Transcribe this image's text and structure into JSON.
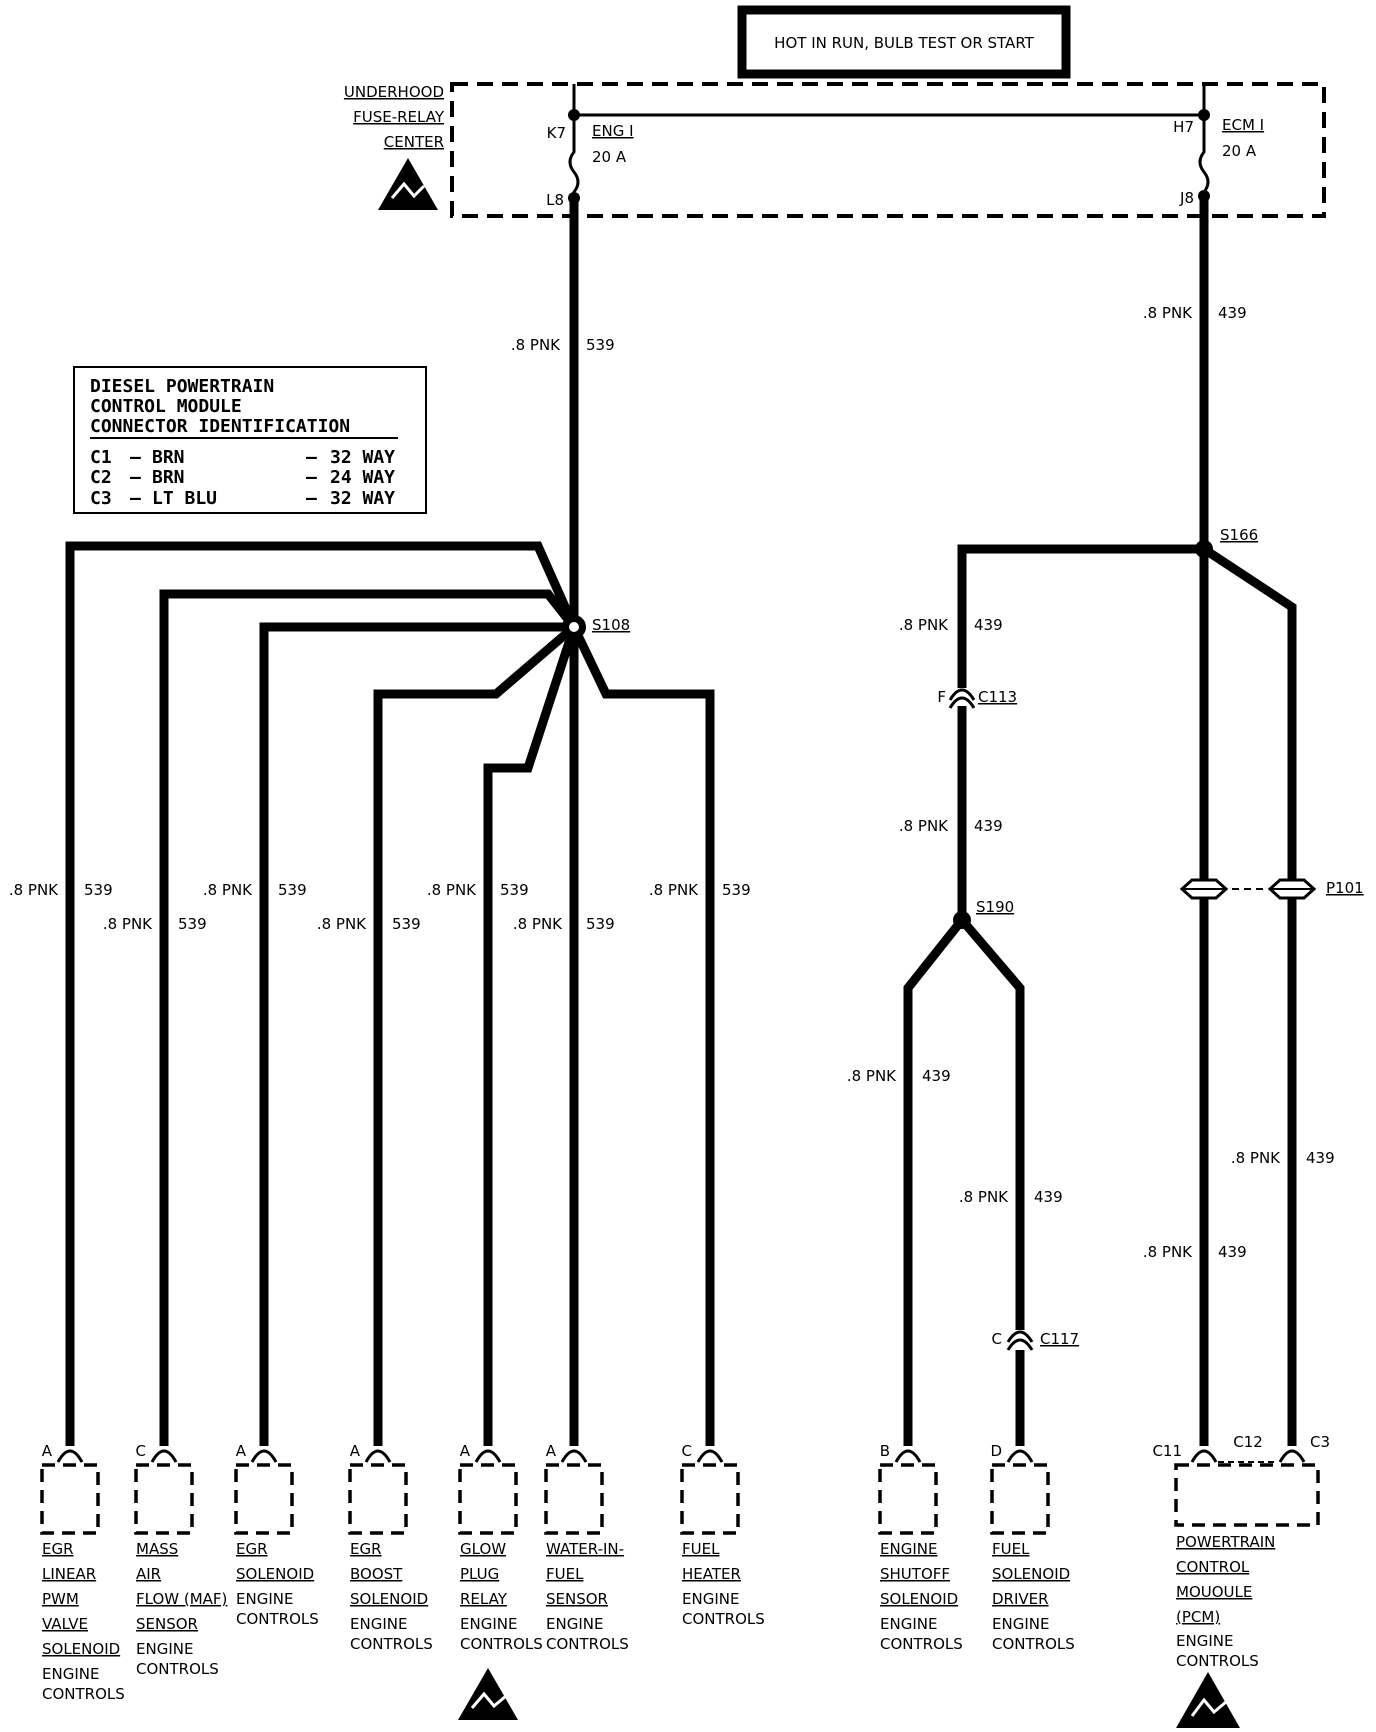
{
  "title": "HOT IN RUN, BULB TEST OR START",
  "fuse_center": {
    "lines": [
      "UNDERHOOD",
      "FUSE-RELAY",
      "CENTER"
    ],
    "fuse_left": {
      "top_pin": "K7",
      "bottom_pin": "L8",
      "name": "ENG I",
      "rating": "20 A"
    },
    "fuse_right": {
      "top_pin": "H7",
      "bottom_pin": "J8",
      "name": "ECM I",
      "rating": "20 A"
    }
  },
  "legend": {
    "title_lines": [
      "DIESEL POWERTRAIN",
      "CONTROL MODULE",
      "CONNECTOR IDENTIFICATION"
    ],
    "rows": [
      {
        "id": "C1",
        "color": "BRN",
        "ways": "32 WAY"
      },
      {
        "id": "C2",
        "color": "BRN",
        "ways": "24 WAY"
      },
      {
        "id": "C3",
        "color": "LT BLU",
        "ways": "32 WAY"
      }
    ]
  },
  "wire_pnk": ".8 PNK",
  "circuit_539": "539",
  "circuit_439": "439",
  "splices": {
    "s108": "S108",
    "s166": "S166",
    "s190": "S190"
  },
  "connectors": {
    "c113": "C113",
    "c113_pin": "F",
    "c117": "C117",
    "c117_pin": "C",
    "p101": "P101"
  },
  "components": [
    {
      "pin": "A",
      "lines": [
        "EGR",
        "LINEAR",
        "PWM",
        "VALVE",
        "SOLENOID"
      ],
      "sub": [
        "ENGINE",
        "CONTROLS"
      ]
    },
    {
      "pin": "C",
      "lines": [
        "MASS",
        "AIR",
        "FLOW (MAF)",
        "SENSOR"
      ],
      "sub": [
        "ENGINE",
        "CONTROLS"
      ]
    },
    {
      "pin": "A",
      "lines": [
        "EGR",
        "SOLENOID"
      ],
      "sub": [
        "ENGINE",
        "CONTROLS"
      ]
    },
    {
      "pin": "A",
      "lines": [
        "EGR",
        "BOOST",
        "SOLENOID"
      ],
      "sub": [
        "ENGINE",
        "CONTROLS"
      ]
    },
    {
      "pin": "A",
      "lines": [
        "GLOW",
        "PLUG",
        "RELAY"
      ],
      "sub": [
        "ENGINE",
        "CONTROLS"
      ]
    },
    {
      "pin": "A",
      "lines": [
        "WATER-IN-",
        "FUEL",
        "SENSOR"
      ],
      "sub": [
        "ENGINE",
        "CONTROLS"
      ]
    },
    {
      "pin": "C",
      "lines": [
        "FUEL",
        "HEATER"
      ],
      "sub": [
        "ENGINE",
        "CONTROLS"
      ]
    },
    {
      "pin": "B",
      "lines": [
        "ENGINE",
        "SHUTOFF",
        "SOLENOID"
      ],
      "sub": [
        "ENGINE",
        "CONTROLS"
      ]
    },
    {
      "pin": "D",
      "lines": [
        "FUEL",
        "SOLENOID",
        "DRIVER"
      ],
      "sub": [
        "ENGINE",
        "CONTROLS"
      ]
    }
  ],
  "pcm": {
    "pins": [
      "C11",
      "C12",
      "C3"
    ],
    "lines": [
      "POWERTRAIN",
      "CONTROL",
      "MOUOULE",
      "(PCM)"
    ],
    "sub": [
      "ENGINE",
      "CONTROLS"
    ]
  }
}
